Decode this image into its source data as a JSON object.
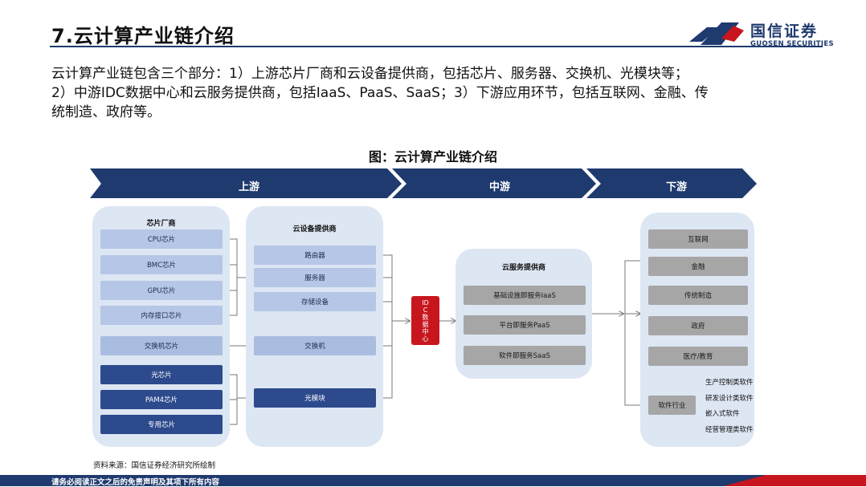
{
  "header": {
    "title": "7.云计算产业链介绍",
    "logo_cn": "国信证券",
    "logo_en": "GUOSEN SECURITIES"
  },
  "intro": {
    "line1": "云计算产业链包含三个部分：1）上游芯片厂商和云设备提供商，包括芯片、服务器、交换机、光模块等；",
    "line2": "2）中游IDC数据中心和云服务提供商，包括IaaS、PaaS、SaaS；3）下游应用环节，包括互联网、金融、传",
    "line3": "统制造、政府等。"
  },
  "figure": {
    "title": "图：云计算产业链介绍",
    "stages": [
      "上游",
      "中游",
      "下游"
    ],
    "chip_panel": {
      "title": "芯片厂商",
      "items": [
        "CPU芯片",
        "BMC芯片",
        "GPU芯片",
        "内存接口芯片",
        "交换机芯片",
        "光芯片",
        "PAM4芯片",
        "专用芯片"
      ]
    },
    "device_panel": {
      "title": "云设备提供商",
      "items": [
        "路由器",
        "服务器",
        "存储设备",
        "交换机",
        "光模块"
      ]
    },
    "idc": "IDC数据中心",
    "service_panel": {
      "title": "云服务提供商",
      "items": [
        "基础设施即服务IaaS",
        "平台即服务PaaS",
        "软件即服务SaaS"
      ]
    },
    "downstream_panel": {
      "items": [
        "互联网",
        "金融",
        "传统制造",
        "政府",
        "医疗/教育",
        "软件行业"
      ],
      "software_sub": [
        "生产控制类软件",
        "研发设计类软件",
        "嵌入式软件",
        "经营管理类软件"
      ]
    },
    "source": "资料来源：国信证券经济研究所绘制"
  },
  "footer": {
    "disclaimer": "请务必阅读正文之后的免责声明及其项下所有内容"
  },
  "colors": {
    "navy": "#1f3a6e",
    "red": "#c8161e",
    "panel": "#dde6f3",
    "light_box": "#b5c6e6",
    "dark_box": "#2c4a8c",
    "gray_box": "#a6a6a6"
  }
}
